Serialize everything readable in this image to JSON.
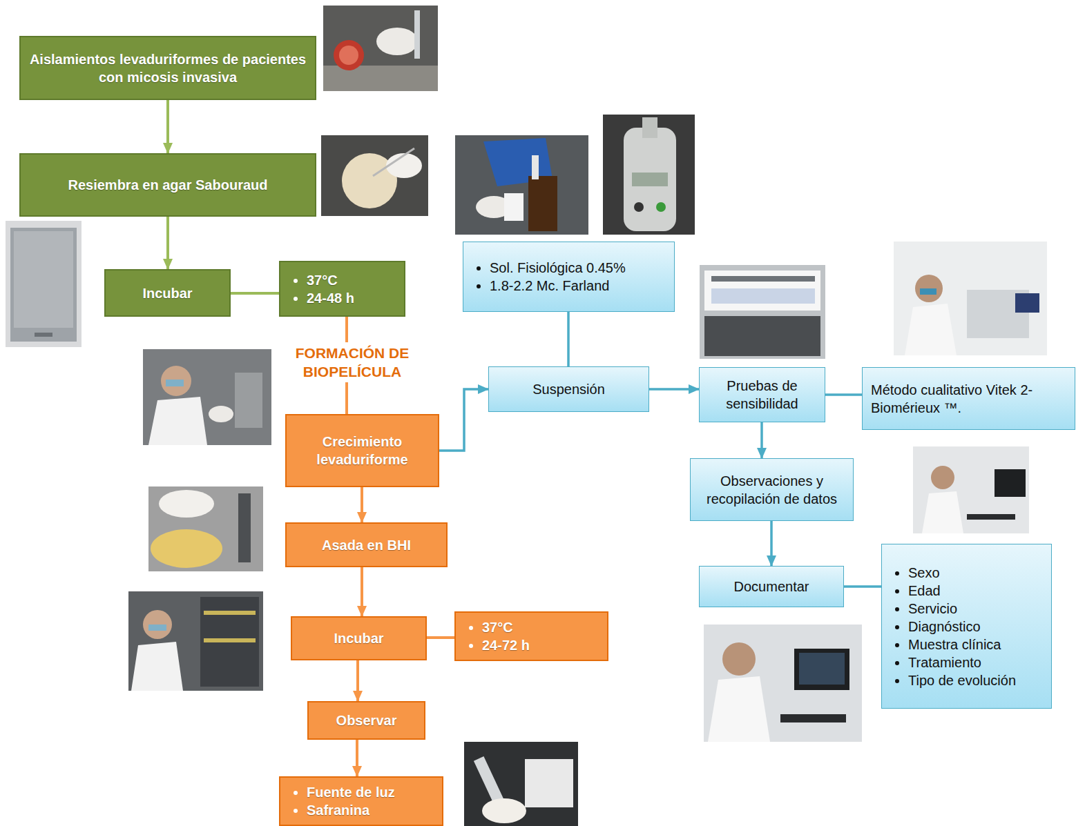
{
  "diagram": {
    "nodes": [
      {
        "text": [
          "Aislamientos levaduriformes de pacientes con micosis invasiva"
        ]
      },
      {
        "text": [
          "Resiembra en agar Sabouraud"
        ]
      },
      {
        "text": [
          "Incubar"
        ]
      },
      {
        "text": [
          "37°C",
          "24-48 h"
        ]
      },
      {
        "text": [
          "Crecimiento levaduriforme"
        ]
      },
      {
        "text": [
          "Asada en BHI"
        ]
      },
      {
        "text": [
          "Incubar"
        ]
      },
      {
        "text": [
          "37°C",
          "24-72 h"
        ]
      },
      {
        "text": [
          "Observar"
        ]
      },
      {
        "text": [
          "Fuente de luz",
          "Safranina"
        ]
      },
      {
        "text": [
          "Sol. Fisiológica 0.45%",
          "1.8-2.2 Mc. Farland"
        ]
      },
      {
        "text": [
          "Suspensión"
        ]
      },
      {
        "text": [
          "Pruebas de sensibilidad"
        ]
      },
      {
        "text": [
          "Método cualitativo Vitek 2-Biomérieux ™."
        ]
      },
      {
        "text": [
          "Observaciones y recopilación de datos"
        ]
      },
      {
        "text": [
          "Documentar"
        ]
      },
      {
        "text": [
          "Sexo",
          "Edad",
          "Servicio",
          "Diagnóstico",
          "Muestra clínica",
          "Tratamiento",
          "Tipo de evolución"
        ]
      }
    ],
    "edges": [
      {
        "from": 0,
        "to": 1,
        "arrow": "to"
      },
      {
        "from": 1,
        "to": 2,
        "arrow": "to"
      },
      {
        "from": 2,
        "to": 3,
        "arrow": "none"
      },
      {
        "from": 3,
        "to": 4,
        "label": "FORMACIÓN DE BIOPELÍCULA",
        "arrow": "none"
      },
      {
        "from": 4,
        "to": 5,
        "arrow": "to"
      },
      {
        "from": 5,
        "to": 6,
        "arrow": "to"
      },
      {
        "from": 6,
        "to": 7,
        "arrow": "none"
      },
      {
        "from": 6,
        "to": 8,
        "arrow": "to"
      },
      {
        "from": 8,
        "to": 9,
        "arrow": "to"
      },
      {
        "from": 4,
        "to": 11,
        "arrow": "to"
      },
      {
        "from": 10,
        "to": 11,
        "arrow": "none"
      },
      {
        "from": 11,
        "to": 12,
        "arrow": "to"
      },
      {
        "from": 12,
        "to": 13,
        "arrow": "none"
      },
      {
        "from": 12,
        "to": 14,
        "arrow": "to"
      },
      {
        "from": 14,
        "to": 15,
        "arrow": "to"
      },
      {
        "from": 15,
        "to": 16,
        "arrow": "none"
      }
    ]
  }
}
